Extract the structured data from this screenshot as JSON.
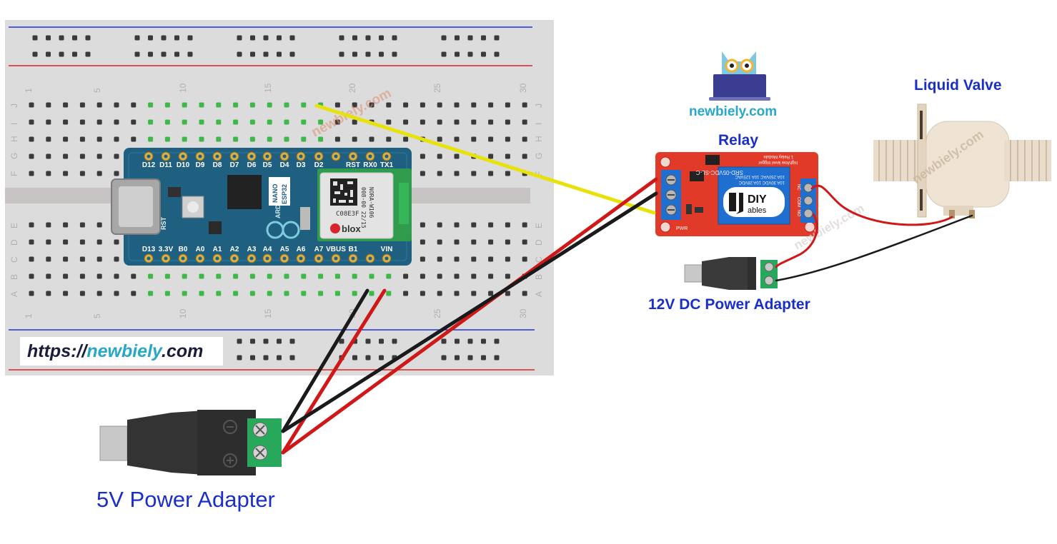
{
  "labels": {
    "relay": "Relay",
    "liquid_valve": "Liquid Valve",
    "adapter_12v": "12V DC Power Adapter",
    "adapter_5v": "5V Power Adapter",
    "logo_site": "newbiely.com"
  },
  "url": {
    "prefix": "https://",
    "name": "newbiely",
    "suffix": ".com"
  },
  "watermark": "newbiely.com",
  "breadboard": {
    "columns": [
      "1",
      "5",
      "10",
      "15",
      "20",
      "25",
      "30"
    ],
    "rows_top": [
      "J",
      "I",
      "H",
      "G",
      "F"
    ],
    "rows_bottom": [
      "E",
      "D",
      "C",
      "B",
      "A"
    ]
  },
  "board": {
    "top_pins": [
      "D12",
      "D11",
      "D10",
      "D9",
      "D8",
      "D7",
      "D6",
      "D5",
      "D4",
      "D3",
      "D2",
      "RST",
      "RX0",
      "TX1"
    ],
    "bottom_pins": [
      "D13",
      "3.3V",
      "B0",
      "A0",
      "A1",
      "A2",
      "A3",
      "A4",
      "A5",
      "A6",
      "A7",
      "VBUS",
      "B1",
      "VIN"
    ],
    "chip_code": "C08E3F",
    "chip_line1": "008-00 22/15",
    "chip_line2": "NORA-W106",
    "chip_brand": "blox",
    "side_label_1": "NANO",
    "side_label_2": "ESP32",
    "brand": "ARDUINO",
    "button_label": "RST"
  },
  "relay": {
    "logo_top": "DIY",
    "logo_bottom": "ables",
    "spec_line1": "SRD-05VDC-SL-C",
    "spec_line2": "10A 250VAC 10A 125VAC",
    "spec_line3": "10A 30VDC 10A 28VDC",
    "module_line1": "1 Relay Module",
    "module_line2": "high/low level trigger",
    "pin_labels": [
      "NC",
      "COM",
      "NO"
    ],
    "pwr_label": "PWR"
  },
  "colors": {
    "wire_red": "#d01818",
    "wire_black": "#1a1a1a",
    "wire_yellow": "#e8e20c",
    "label_blue": "#1a2fc8",
    "accent_teal": "#28a7c9"
  }
}
